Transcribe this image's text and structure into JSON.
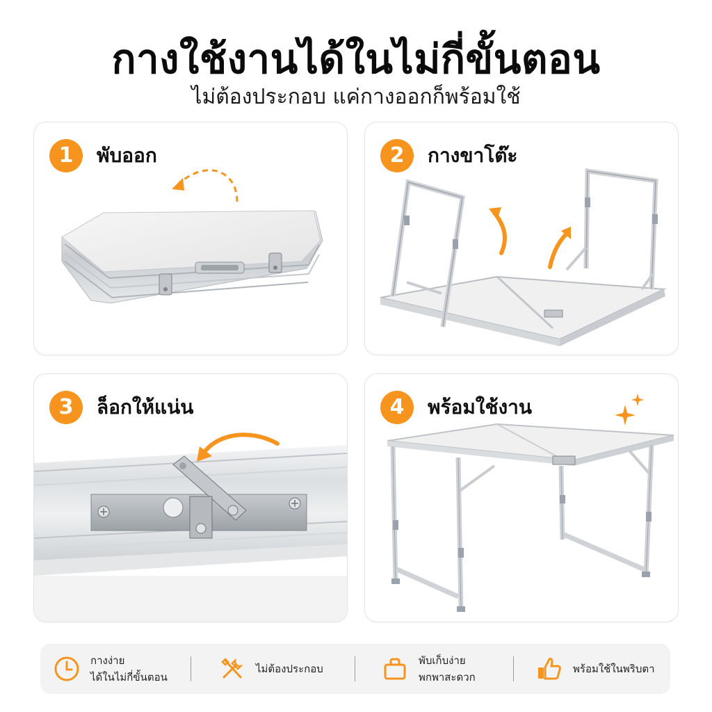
{
  "header": {
    "title": "กางใช้งานได้ในไม่กี่ขั้นตอน",
    "subtitle": "ไม่ต้องประกอบ แค่กางออกก็พร้อมใช้"
  },
  "steps": [
    {
      "number": "1",
      "label": "พับออก"
    },
    {
      "number": "2",
      "label": "กางขาโต๊ะ"
    },
    {
      "number": "3",
      "label": "ล็อกให้แน่น"
    },
    {
      "number": "4",
      "label": "พร้อมใช้งาน"
    }
  ],
  "features": [
    {
      "icon": "clock-icon",
      "line1": "กางง่าย",
      "line2": "ได้ในไม่กี่ขั้นตอน"
    },
    {
      "icon": "tools-icon",
      "line1": "ไม่ต้องประกอบ",
      "line2": ""
    },
    {
      "icon": "bag-icon",
      "line1": "พับเก็บง่าย",
      "line2": "พกพาสะดวก"
    },
    {
      "icon": "thumbs-up-icon",
      "line1": "พร้อมใช้ในพริบตา",
      "line2": ""
    }
  ],
  "colors": {
    "accent": "#f7941d",
    "card_border": "#e3e3e3",
    "footer_bg": "#f3f3f3",
    "aluminum": "#d9dcdf",
    "tabletop": "#f1f1f1"
  }
}
